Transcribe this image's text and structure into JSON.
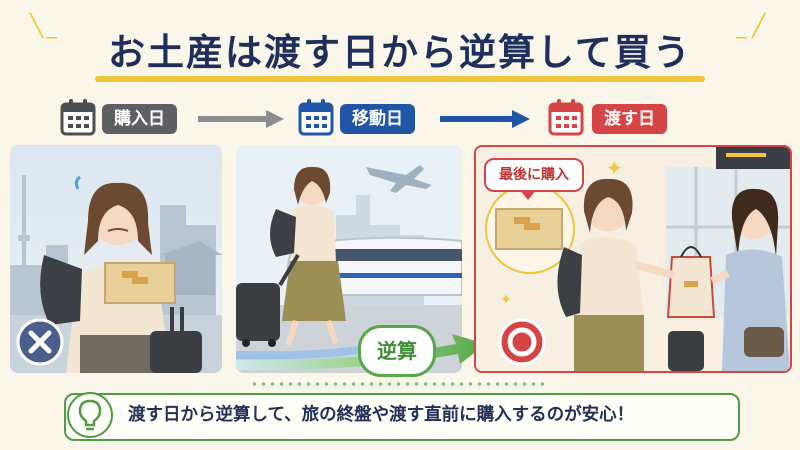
{
  "title": "お土産は渡す日から逆算して買う",
  "steps": [
    {
      "label": "購入日",
      "color": "#5d5f63"
    },
    {
      "label": "移動日",
      "color": "#1f56a6"
    },
    {
      "label": "渡す日",
      "color": "#d64545"
    }
  ],
  "panels": {
    "purchase_day": {
      "result": "cross"
    },
    "travel_day": {
      "badge_label": "逆算"
    },
    "giving_day": {
      "speech": "最後に購入",
      "result": "circle"
    }
  },
  "tip": "渡す日から逆算して、旅の終盤や渡す直前に購入するのが安心！",
  "colors": {
    "navy": "#1f2f5c",
    "gray": "#5d5f63",
    "blue": "#1f56a6",
    "red": "#d64545",
    "green": "#56a84a",
    "yellow": "#f0c43c"
  },
  "icons": [
    "calendar-icon",
    "arrow-right-icon",
    "cross-icon",
    "circle-icon",
    "lightbulb-icon",
    "sparkle-icon"
  ]
}
